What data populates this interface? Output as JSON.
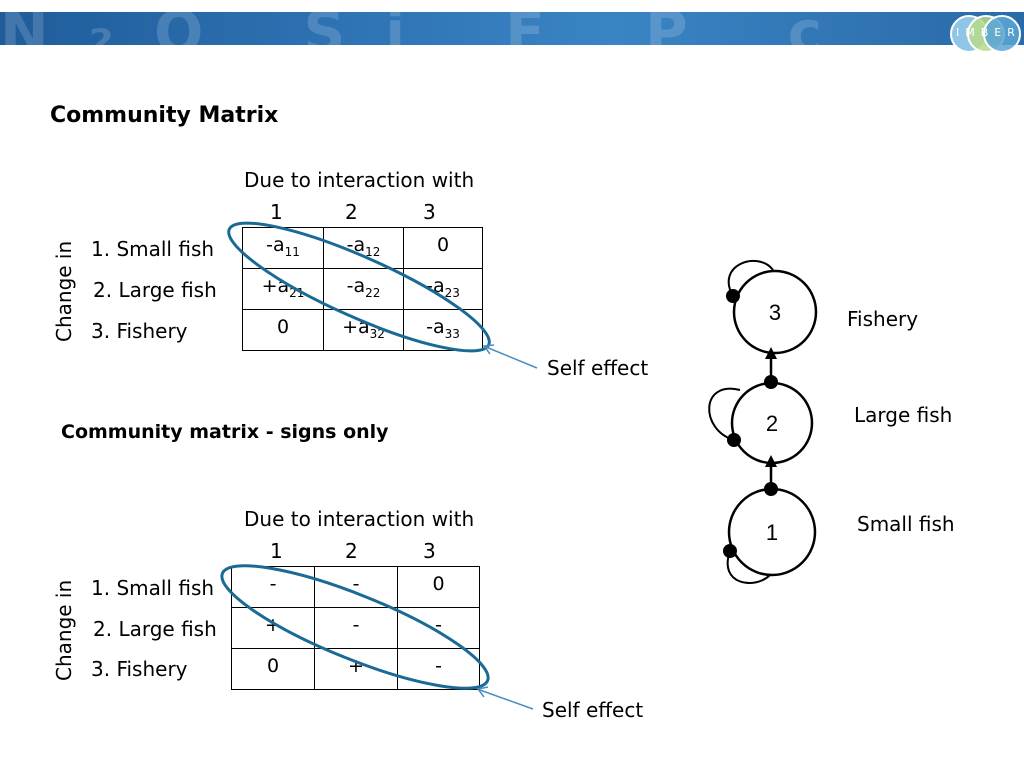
{
  "header": {
    "logo_text": "IMBER",
    "banner_ghost_text": "N₂O Si F P c"
  },
  "title": "Community Matrix",
  "subtitle": "Community matrix  - signs only",
  "matrix1": {
    "header": "Due to interaction with",
    "cols": [
      "1",
      "2",
      "3"
    ],
    "row_axis_label": "Change in",
    "row_labels": [
      "1. Small fish",
      "2. Large fish",
      "3. Fishery"
    ],
    "cells": [
      [
        {
          "base": "-a",
          "sub": "11"
        },
        {
          "base": "-a",
          "sub": "12"
        },
        {
          "base": "0",
          "sub": ""
        }
      ],
      [
        {
          "base": "+a",
          "sub": "21"
        },
        {
          "base": "-a",
          "sub": "22"
        },
        {
          "base": "-a",
          "sub": "23"
        }
      ],
      [
        {
          "base": "0",
          "sub": ""
        },
        {
          "base": "+a",
          "sub": "32"
        },
        {
          "base": "-a",
          "sub": "33"
        }
      ]
    ],
    "annotation": "Self effect"
  },
  "matrix2": {
    "header": "Due to interaction with",
    "cols": [
      "1",
      "2",
      "3"
    ],
    "row_axis_label": "Change in",
    "row_labels": [
      "1. Small fish",
      "2. Large fish",
      "3. Fishery"
    ],
    "cells": [
      [
        "-",
        "-",
        "0"
      ],
      [
        "+",
        "-",
        "-"
      ],
      [
        "0",
        "+",
        "-"
      ]
    ],
    "annotation": "Self effect"
  },
  "diagram": {
    "nodes": [
      {
        "id": "3",
        "label": "Fishery"
      },
      {
        "id": "2",
        "label": "Large fish"
      },
      {
        "id": "1",
        "label": "Small fish"
      }
    ]
  },
  "colors": {
    "ellipse": "#1a6a96",
    "banner": "#2f74b5",
    "logo_rings": [
      "#8fc6e8",
      "#b9d98a",
      "#5aa6d6"
    ]
  }
}
